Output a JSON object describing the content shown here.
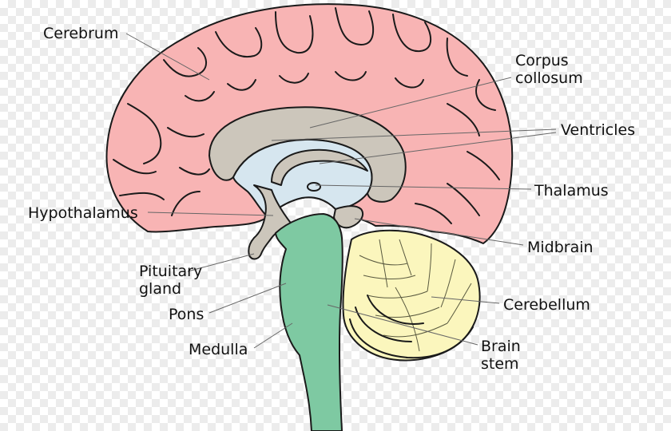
{
  "labels": {
    "cerebrum": "Cerebrum",
    "corpus_line1": "Corpus",
    "corpus_line2": "collosum",
    "ventricles": "Ventricles",
    "thalamus": "Thalamus",
    "hypothalamus": "Hypothalamus",
    "midbrain": "Midbrain",
    "pituitary_line1": "Pituitary",
    "pituitary_line2": "gland",
    "cerebellum": "Cerebellum",
    "pons": "Pons",
    "medulla": "Medulla",
    "brain_stem_line1": "Brain",
    "brain_stem_line2": "stem"
  },
  "colors": {
    "cerebrum": "#f8b4b4",
    "corpus_callosum": "#ccc6bb",
    "ventricles": "#d6e6ef",
    "brainstem": "#7ec9a2",
    "cerebellum": "#fbf6bd"
  }
}
